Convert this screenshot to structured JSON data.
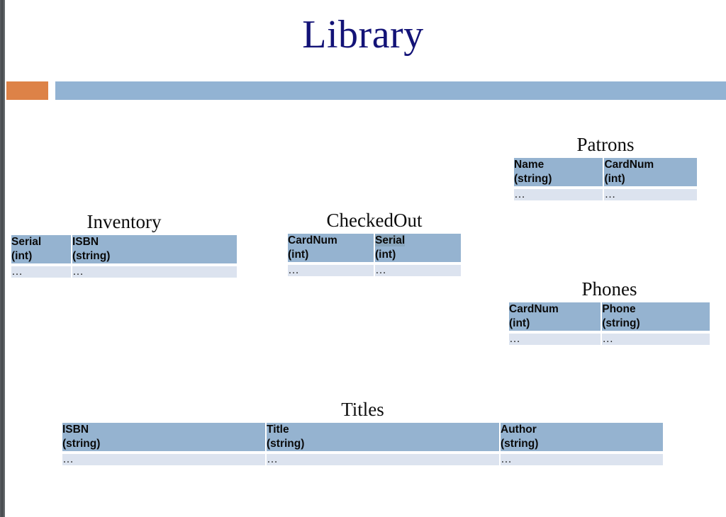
{
  "slide": {
    "title": "Library",
    "colors": {
      "title_text": "#131377",
      "bar_accent_orange": "#dd8247",
      "bar_blue": "#92b3d3",
      "table_header_blue": "#95b3d0",
      "table_row_blue": "#dce3ef",
      "selection_highlight": "#8aa6bd"
    }
  },
  "tables": [
    {
      "name": "Inventory",
      "columns": [
        {
          "field": "Serial",
          "type": "(int)",
          "selected": false
        },
        {
          "field": "ISBN",
          "type": "(string)",
          "selected": false
        }
      ],
      "rows": [
        [
          "…",
          "…"
        ]
      ]
    },
    {
      "name": "CheckedOut",
      "columns": [
        {
          "field": "CardNum",
          "type": "(int)",
          "selected": false
        },
        {
          "field": "Serial",
          "type": "(int)",
          "selected": true
        }
      ],
      "rows": [
        [
          "…",
          "…"
        ]
      ]
    },
    {
      "name": "Patrons",
      "columns": [
        {
          "field": "Name",
          "type": "(string)",
          "selected": false
        },
        {
          "field": "CardNum",
          "type": "(int)",
          "selected": false
        }
      ],
      "rows": [
        [
          "…",
          "…"
        ]
      ]
    },
    {
      "name": "Phones",
      "columns": [
        {
          "field": "CardNum",
          "type": "(int)",
          "selected": false
        },
        {
          "field": "Phone",
          "type": "(string)",
          "selected": false
        }
      ],
      "rows": [
        [
          "…",
          "…"
        ]
      ]
    },
    {
      "name": "Titles",
      "columns": [
        {
          "field": "ISBN",
          "type": "(string)",
          "selected": false
        },
        {
          "field": "Title",
          "type": "(string)",
          "selected": false
        },
        {
          "field": "Author",
          "type": "(string)",
          "selected": false
        }
      ],
      "rows": [
        [
          "…",
          "…",
          "…"
        ]
      ]
    }
  ]
}
